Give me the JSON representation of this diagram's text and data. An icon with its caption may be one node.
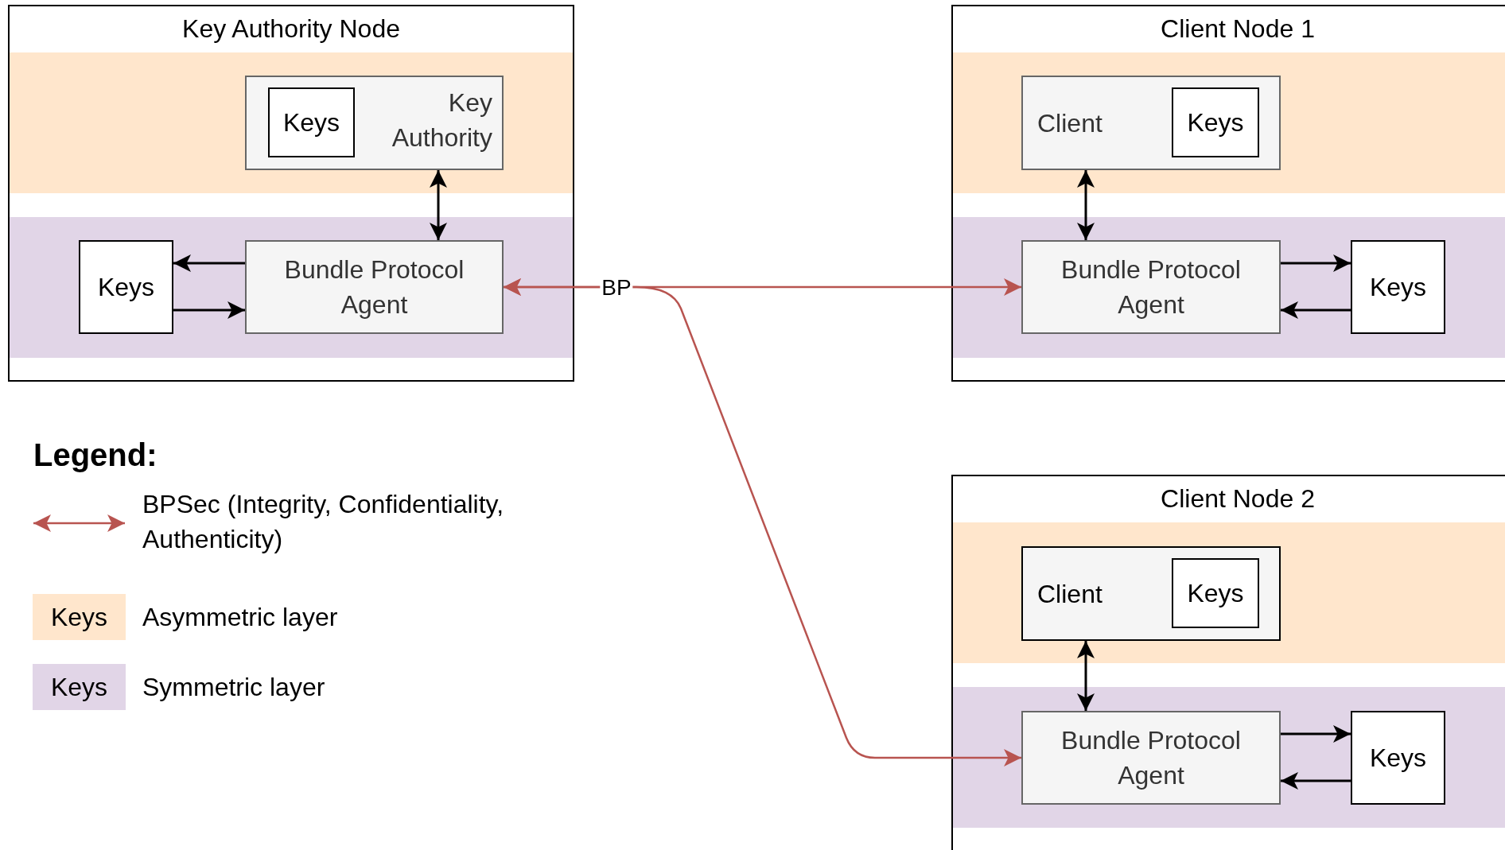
{
  "diagram": {
    "nodes": [
      {
        "text": [
          "Key Authority Node"
        ]
      },
      {
        "text": [
          "Key Authority"
        ],
        "in": 0
      },
      {
        "text": [
          "Keys"
        ],
        "in": 1
      },
      {
        "text": [
          "Keys"
        ],
        "in": 0
      },
      {
        "text": [
          "Bundle Protocol Agent"
        ],
        "in": 0
      },
      {
        "text": [
          "Client Node 1"
        ]
      },
      {
        "text": [
          "Client"
        ],
        "in": 5
      },
      {
        "text": [
          "Keys"
        ],
        "in": 6
      },
      {
        "text": [
          "Bundle Protocol Agent"
        ],
        "in": 5
      },
      {
        "text": [
          "Keys"
        ],
        "in": 5
      },
      {
        "text": [
          "Client Node 2"
        ]
      },
      {
        "text": [
          "Client"
        ],
        "in": 10
      },
      {
        "text": [
          "Keys"
        ],
        "in": 11
      },
      {
        "text": [
          "Bundle Protocol Agent"
        ],
        "in": 10
      },
      {
        "text": [
          "Keys"
        ],
        "in": 10
      }
    ],
    "edges": [
      {
        "from": 4,
        "to": 8,
        "arrow": "both",
        "label": "BP",
        "color": "#b85450"
      },
      {
        "from": 4,
        "to": 13,
        "arrow": "both",
        "color": "#b85450"
      },
      {
        "from": 1,
        "to": 4,
        "arrow": "both"
      },
      {
        "from": 4,
        "to": 3,
        "arrow": "to"
      },
      {
        "from": 3,
        "to": 4,
        "arrow": "to"
      },
      {
        "from": 6,
        "to": 8,
        "arrow": "both"
      },
      {
        "from": 8,
        "to": 9,
        "arrow": "to"
      },
      {
        "from": 9,
        "to": 8,
        "arrow": "to"
      },
      {
        "from": 11,
        "to": 13,
        "arrow": "both"
      },
      {
        "from": 13,
        "to": 14,
        "arrow": "to"
      },
      {
        "from": 14,
        "to": 13,
        "arrow": "to"
      }
    ],
    "labels": [
      "Legend:",
      "Keys",
      "Keys"
    ],
    "legend": [
      {
        "text": "BPSec (Integrity, Confidentiality, Authenticity)"
      },
      {
        "text": "Asymmetric layer",
        "color": "#ffe6cc"
      },
      {
        "text": "Symmetric layer",
        "color": "#e1d5e7"
      }
    ]
  }
}
